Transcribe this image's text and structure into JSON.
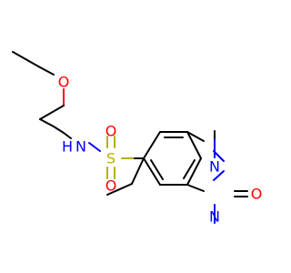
{
  "molecule": {
    "atoms": {
      "ether_oxygen": "O",
      "amide_nitrogen": "N",
      "amide_hydrogen": "H",
      "sulfur": "S",
      "sulfonyl_oxygen_top": "O",
      "sulfonyl_oxygen_bottom": "O",
      "ring_nitrogen_top": "N",
      "ring_nitrogen_bottom": "N",
      "carbonyl_oxygen": "O"
    },
    "colors": {
      "carbon": "#000000",
      "oxygen": "#ff0000",
      "nitrogen": "#0000ff",
      "sulfur": "#b2b200"
    }
  }
}
